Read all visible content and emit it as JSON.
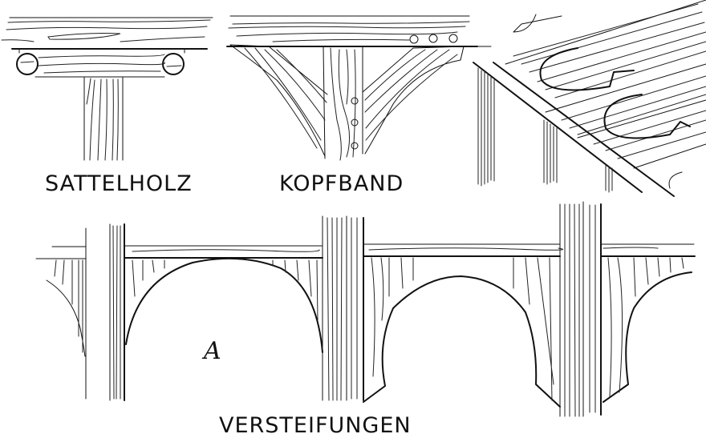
{
  "figure": {
    "type": "technical line drawing",
    "subject": "timber frame bracing details",
    "ink_color": "#111111",
    "paper_color": "#ffffff"
  },
  "panels": {
    "sattelholz": {
      "label": "SATTELHOLZ"
    },
    "kopfband": {
      "label": "KOPFBAND"
    },
    "perspective": {
      "label": ""
    },
    "versteifungen": {
      "label": "VERSTEIFUNGEN",
      "marker": "A"
    }
  }
}
